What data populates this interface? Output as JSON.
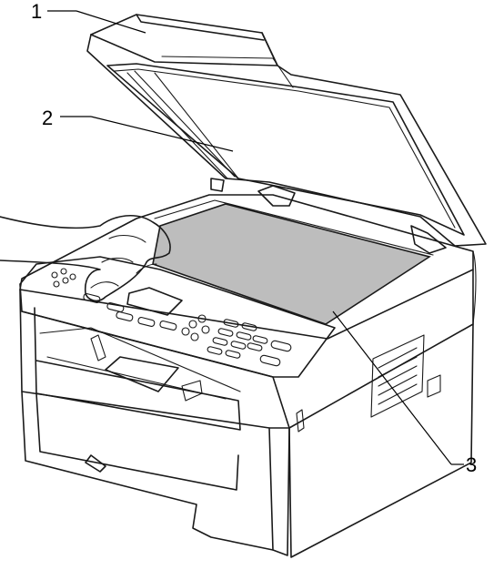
{
  "callouts": [
    {
      "id": "1",
      "label": "1"
    },
    {
      "id": "2",
      "label": "2"
    },
    {
      "id": "3",
      "label": "3"
    }
  ],
  "colors": {
    "line": "#1a1a1a",
    "glass": "#bdbdbd",
    "body": "#ffffff"
  }
}
